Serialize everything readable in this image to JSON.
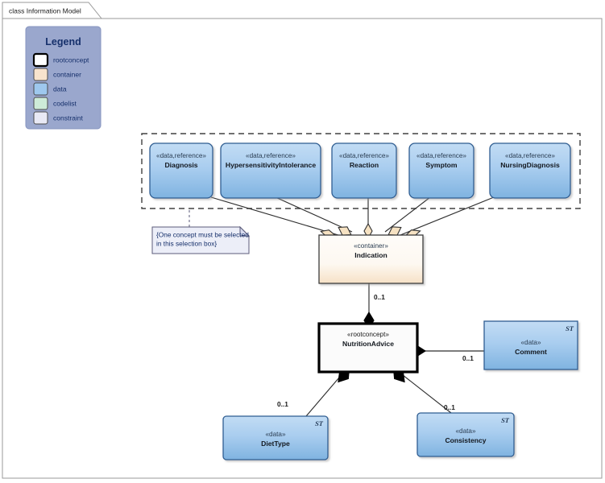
{
  "frame": {
    "tab_label": "class Information Model"
  },
  "legend": {
    "title": "Legend",
    "items": [
      {
        "label": "rootconcept",
        "color": "#ffffff",
        "kind": "root"
      },
      {
        "label": "container",
        "color": "#f8e3cd",
        "kind": "normal"
      },
      {
        "label": "data",
        "color": "#9ec8ee",
        "kind": "normal"
      },
      {
        "label": "codelist",
        "color": "#cdebd8",
        "kind": "normal"
      },
      {
        "label": "constraint",
        "color": "#e8e9f5",
        "kind": "normal"
      }
    ],
    "panel_color": "#9aa7cd",
    "text_color": "#16306b"
  },
  "selection_box": {
    "style": "dashed",
    "nodes": [
      {
        "stereotype": "«data,reference»",
        "name": "Diagnosis"
      },
      {
        "stereotype": "«data,reference»",
        "name": "HypersensitivityIntolerance"
      },
      {
        "stereotype": "«data,reference»",
        "name": "Reaction"
      },
      {
        "stereotype": "«data,reference»",
        "name": "Symptom"
      },
      {
        "stereotype": "«data,reference»",
        "name": "NursingDiagnosis"
      }
    ]
  },
  "constraint_note": {
    "line1": "{One concept must be selected",
    "line2": "in this selection box}"
  },
  "classes": {
    "indication": {
      "stereotype": "«container»",
      "name": "Indication"
    },
    "nutrition_advice": {
      "stereotype": "«rootconcept»",
      "name": "NutritionAdvice"
    },
    "comment": {
      "stereotype": "«data»",
      "name": "Comment",
      "tag": "ST"
    },
    "diettype": {
      "stereotype": "«data»",
      "name": "DietType",
      "tag": "ST"
    },
    "consistency": {
      "stereotype": "«data»",
      "name": "Consistency",
      "tag": "ST"
    }
  },
  "multiplicities": {
    "indication_to_advice": "0..1",
    "advice_to_comment": "0..1",
    "advice_to_diettype": "0..1",
    "advice_to_consistency": "0..1"
  },
  "colors": {
    "data_fill_top": "#b9d7f2",
    "data_fill_bottom": "#7eb4e2",
    "data_stroke": "#2f5d91",
    "container_fill_top": "#fdfaf6",
    "container_fill_bottom": "#f7e3ca",
    "root_fill": "#fbfbfb",
    "line": "#2e2e2e"
  }
}
